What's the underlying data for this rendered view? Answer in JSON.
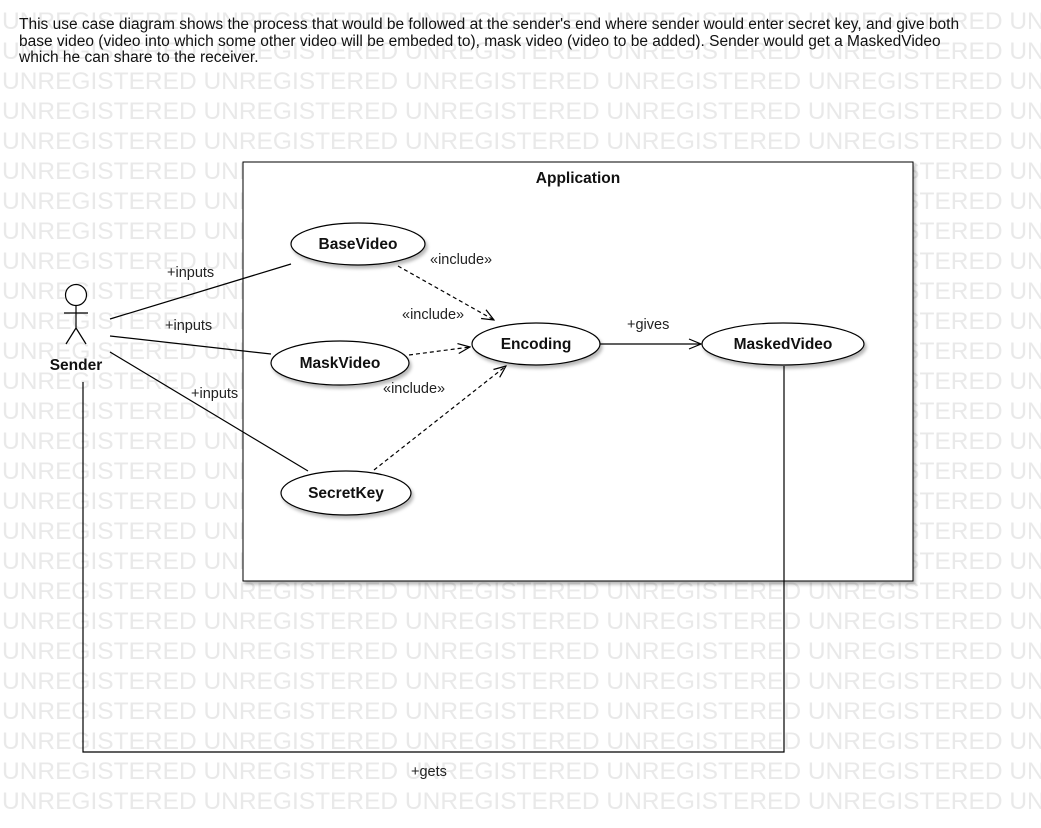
{
  "watermark_text": "UNREGISTERED",
  "description": "This use case diagram shows the process that would be followed at the sender's end where sender would enter secret key, and give both base video (video into which some other video will be embeded to), mask video (video to be added). Sender would get a MaskedVideo which he can share to the receiver.",
  "system": {
    "title": "Application"
  },
  "actor": {
    "name": "Sender"
  },
  "use_cases": {
    "base_video": "BaseVideo",
    "mask_video": "MaskVideo",
    "secret_key": "SecretKey",
    "encoding": "Encoding",
    "masked_video": "MaskedVideo"
  },
  "edges": {
    "inputs_base": "+inputs",
    "inputs_mask": "+inputs",
    "inputs_secret": "+inputs",
    "include_base": "«include»",
    "include_mask": "«include»",
    "include_secret": "«include»",
    "gives": "+gives",
    "gets": "+gets"
  }
}
